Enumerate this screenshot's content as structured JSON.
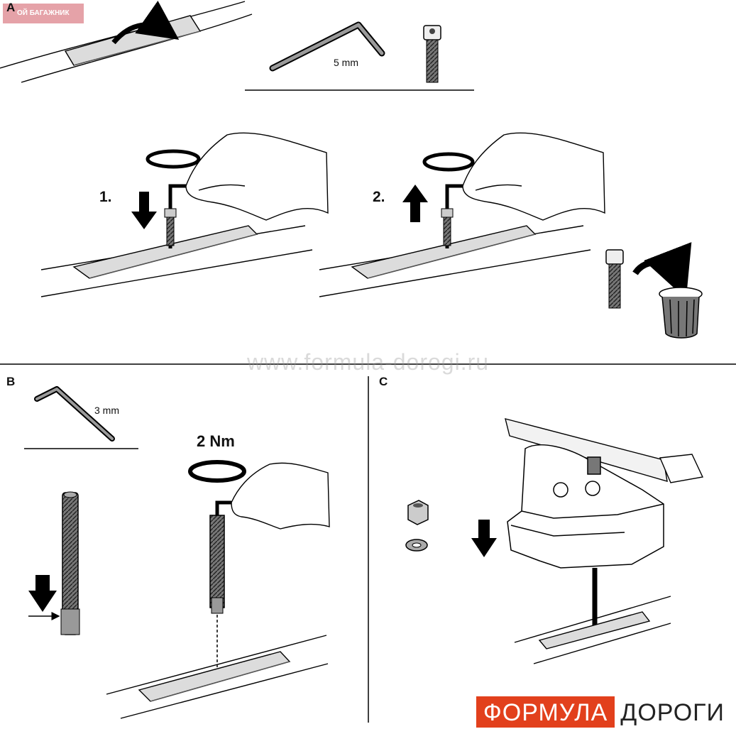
{
  "top_badge": "ОЙ БАГАЖНИК",
  "sections": {
    "a": "A",
    "b": "B",
    "c": "C"
  },
  "steps": {
    "one": "1.",
    "two": "2."
  },
  "tools": {
    "hex_key_large": "5 mm",
    "hex_key_small": "3 mm"
  },
  "torque": "2 Nm",
  "watermark": "www.formula-dorogi.ru",
  "brand": {
    "part1": "ФОРМУЛА",
    "part2": "ДОРОГИ"
  },
  "colors": {
    "brand_red": "#e2401c",
    "badge_pink": "#e5a2a8"
  }
}
